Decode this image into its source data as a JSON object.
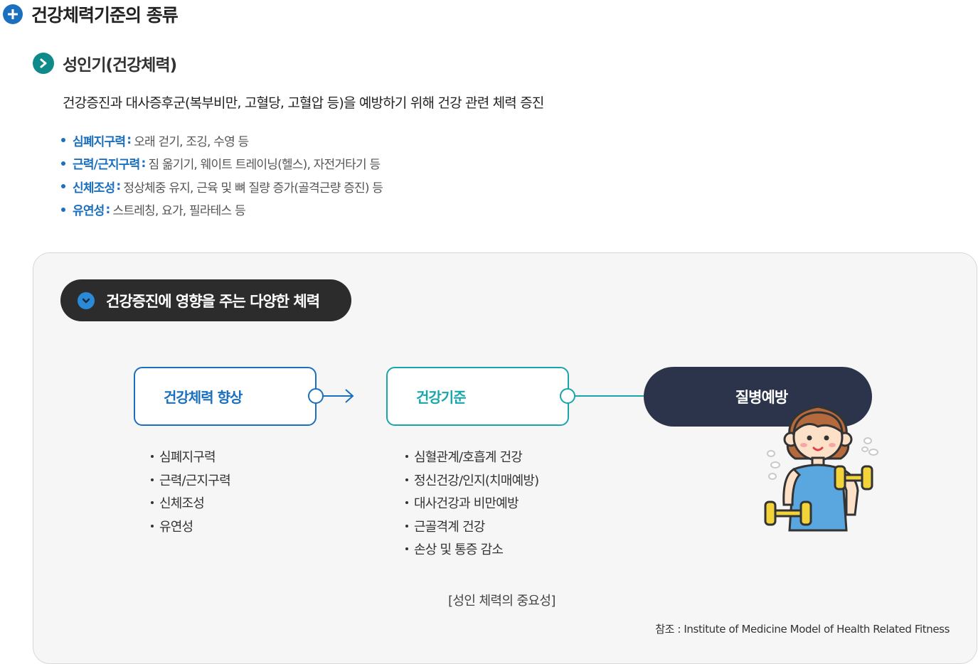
{
  "page": {
    "title": "건강체력기준의 종류"
  },
  "section": {
    "subtitle": "성인기(건강체력)",
    "description": "건강증진과 대사증후군(복부비만, 고혈당, 고혈압 등)을 예방하기 위해 건강 관련 체력 증진",
    "bullets": [
      {
        "term": "심폐지구력",
        "text": "오래 걷기, 조깅, 수영 등"
      },
      {
        "term": "근력/근지구력",
        "text": "짐 옮기기, 웨이트 트레이닝(헬스), 자전거타기 등"
      },
      {
        "term": "신체조성",
        "text": "정상체중 유지, 근육 및 뼈 질량 증가(골격근량 증진) 등"
      },
      {
        "term": "유연성",
        "text": "스트레칭, 요가, 필라테스 등"
      }
    ]
  },
  "panel": {
    "pill_label": "건강증진에 영향을 주는 다양한 체력",
    "flow": [
      {
        "label": "건강체력 향상"
      },
      {
        "label": "건강기준"
      },
      {
        "label": "질병예방"
      }
    ],
    "list1": [
      "심폐지구력",
      "근력/근지구력",
      "신체조성",
      "유연성"
    ],
    "list2": [
      "심혈관계/호흡계 건강",
      "정신건강/인지(치매예방)",
      "대사건강과 비만예방",
      "근골격계 건강",
      "손상 및 통증 감소"
    ],
    "caption": "[성인 체력의 중요성]",
    "reference": "참조 : Institute of Medicine Model of Health Related Fitness"
  },
  "colors": {
    "primary_blue": "#1a6fbf",
    "teal": "#19a6ab",
    "dark_navy": "#2b344a",
    "pill_dark": "#2c2c2c"
  },
  "icons": {
    "title_icon": "plus-circle-icon",
    "subtitle_icon": "chevron-right-circle-icon",
    "pill_icon": "chevron-down-circle-icon",
    "illustration": "woman-lifting-dumbbells"
  }
}
